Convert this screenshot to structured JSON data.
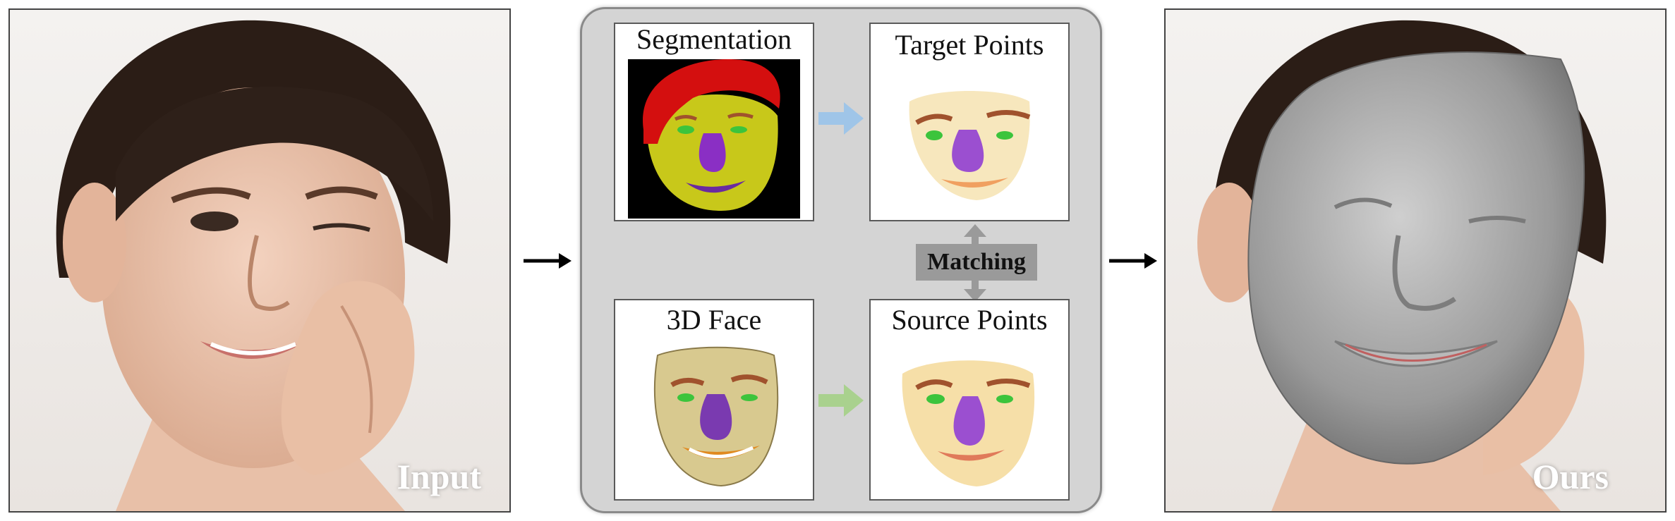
{
  "input_label": "Input",
  "output_label": "Ours",
  "panels": {
    "segmentation": "Segmentation",
    "target_points": "Target Points",
    "face_3d": "3D Face",
    "source_points": "Source Points"
  },
  "matching_label": "Matching",
  "colors": {
    "segment_hair": "#d40f0f",
    "segment_skin": "#c8c81a",
    "segment_nose": "#8a2fc4",
    "segment_eye": "#3cc43c",
    "segment_brow": "#a0522d",
    "segment_lip": "#6a2aa0",
    "arrow_blue": "#9fc5e8",
    "arrow_green": "#a9d18e",
    "matching_bg": "#9a9a9a",
    "pipeline_bg": "#d4d4d4"
  }
}
